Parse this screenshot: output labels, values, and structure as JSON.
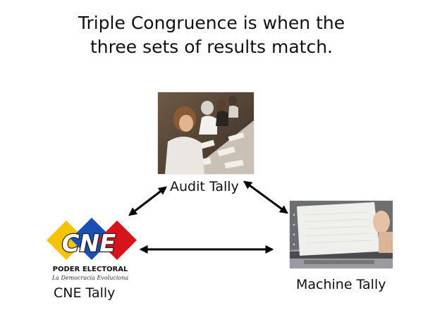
{
  "title": {
    "line1": "Triple Congruence is when the",
    "line2": "three sets of results match."
  },
  "nodes": {
    "audit": {
      "label": "Audit Tally",
      "image": "audit-photo"
    },
    "cne": {
      "label": "CNE Tally",
      "logo": {
        "mark": "CNE",
        "org": "PODER ELECTORAL",
        "tagline": "La Democracia Evoluciona",
        "colors": [
          "#f5c400",
          "#1a4fb5",
          "#d8141b"
        ]
      }
    },
    "machine": {
      "label": "Machine Tally",
      "image": "receipt-printer-photo"
    }
  },
  "edges": [
    {
      "from": "audit",
      "to": "cne",
      "style": "double-arrow"
    },
    {
      "from": "audit",
      "to": "machine",
      "style": "double-arrow"
    },
    {
      "from": "cne",
      "to": "machine",
      "style": "double-arrow"
    }
  ]
}
